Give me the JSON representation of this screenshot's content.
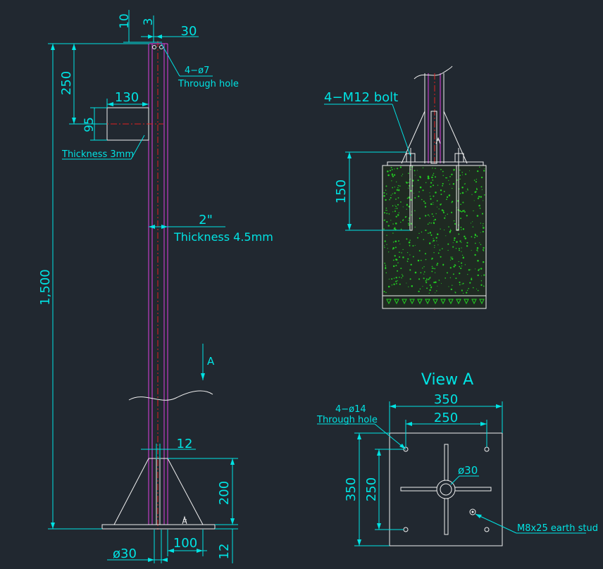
{
  "left_view": {
    "dim_top_10": "10",
    "dim_top_3": "3",
    "dim_top_30": "30",
    "hole_note_1": "4−ø7",
    "hole_note_2": "Through hole",
    "dim_250": "250",
    "dim_130": "130",
    "dim_95": "95",
    "bracket_thickness": "Thickness 3mm",
    "pipe_size": "2\"",
    "pipe_thickness": "Thickness 4.5mm",
    "dim_1500": "1,500",
    "section_marker": "A",
    "dim_12_top": "12",
    "dim_200": "200",
    "dim_30_bottom": "ø30",
    "dim_100": "100",
    "dim_12_bottom": "12"
  },
  "foundation_view": {
    "bolt_note": "4−M12 bolt",
    "dim_150": "150"
  },
  "view_a": {
    "title": "View A",
    "hole_note_1": "4−ø14",
    "hole_note_2": "Through hole",
    "dim_350_width": "350",
    "dim_250_width": "250",
    "dim_350_height": "350",
    "dim_250_height": "250",
    "center_hole": "ø30",
    "stud_note": "M8x25 earth stud"
  },
  "colors": {
    "background": "#212830",
    "dimension": "#00e3e3",
    "outline": "#f0f0f0",
    "pipe": "#e040e0",
    "centerline": "#e02020",
    "concrete": "#22cc22"
  }
}
